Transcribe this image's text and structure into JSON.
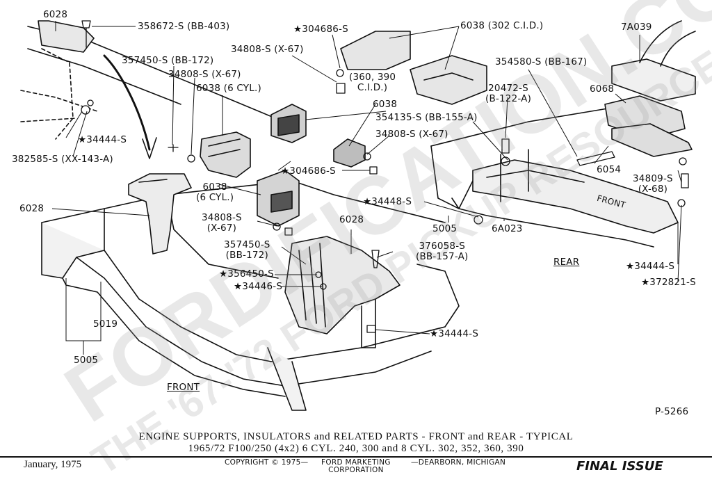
{
  "watermark": {
    "line1": "FORDIFICATION.COM",
    "line2": "THE '67-'72 FORD PICKUP RESOURCE"
  },
  "labels": {
    "p6028_top": "6028",
    "p358672": "358672-S (BB-403)",
    "p304686_top": "★304686-S",
    "p6038_302": "6038 (302 C.I.D.)",
    "p7A039": "7A039",
    "p357450_top": "357450-S (BB-172)",
    "p34808_a": "34808-S (X-67)",
    "p34808_b": "34808-S (X-67)",
    "p6038_6cyl_top": "6038 (6 CYL.)",
    "p360_390_a": "(360, 390",
    "p360_390_b": "C.I.D.)",
    "p354580": "354580-S (BB-167)",
    "p20472_a": "20472-S",
    "p20472_b": "(B-122-A)",
    "p6068": "6068",
    "p6038_mid": "6038",
    "p354135": "354135-S (BB-155-A)",
    "p34808_c": "34808-S (X-67)",
    "p34444_left": "★34444-S",
    "p382585": "382585-S (XX-143-A)",
    "p304686_mid": "★304686-S",
    "p6054": "6054",
    "p34809_a": "34809-S",
    "p34809_b": "(X-68)",
    "p6038_6cyl_a": "6038",
    "p6038_6cyl_b": "(6 CYL.)",
    "p34448": "★34448-S",
    "p6028_left": "6028",
    "p34808_d_a": "34808-S",
    "p34808_d_b": "(X-67)",
    "p6028_mid": "6028",
    "p5005_rear": "5005",
    "p6A023": "6A023",
    "p357450_mid_a": "357450-S",
    "p357450_mid_b": "(BB-172)",
    "p376058_a": "376058-S",
    "p376058_b": "(BB-157-A)",
    "p356450": "★356450-S",
    "p34446": "★34446-S",
    "rear": "REAR",
    "p34444_rear": "★34444-S",
    "p372821": "★372821-S",
    "p5019": "5019",
    "p34444_bottom": "★34444-S",
    "p5005_front": "5005",
    "front": "FRONT",
    "front_rail": "FRONT",
    "figure": "P-5266"
  },
  "caption": {
    "line1": "ENGINE SUPPORTS, INSULATORS and RELATED PARTS - FRONT and REAR - TYPICAL",
    "line2": "1965/72  F100/250 (4x2) 6 CYL. 240, 300 and 8 CYL. 302, 352, 360, 390"
  },
  "footer": {
    "date": "January, 1975",
    "copyright": "COPYRIGHT © 1975—",
    "org_a": "FORD MARKETING",
    "org_b": "CORPORATION",
    "city": "—DEARBORN, MICHIGAN",
    "status": "FINAL ISSUE"
  }
}
